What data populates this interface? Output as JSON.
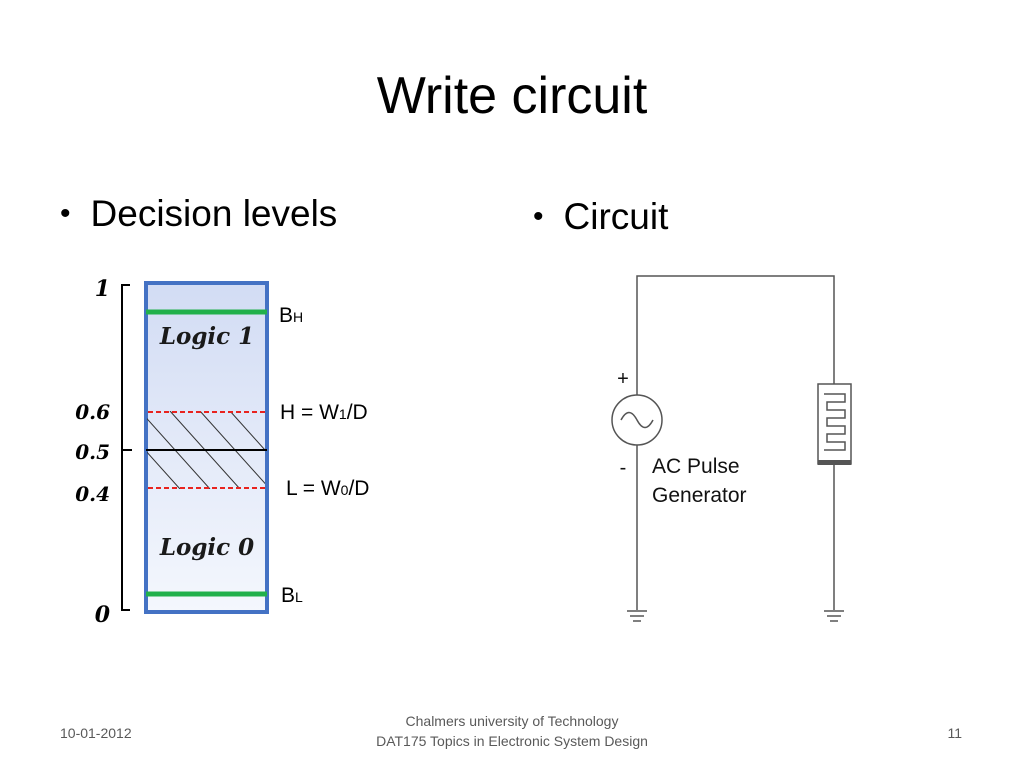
{
  "slide": {
    "title": "Write circuit",
    "bullets": {
      "left": "Decision levels",
      "right": "Circuit"
    }
  },
  "levels": {
    "ticks": [
      "1",
      "0.6",
      "0.5",
      "0.4",
      "0"
    ],
    "zones": {
      "upper": "Logic 1",
      "lower": "Logic 0"
    },
    "lines": {
      "bh": {
        "base": "B",
        "sub": "H"
      },
      "h": {
        "pre": "H = W",
        "sub": "1",
        "post": "/D"
      },
      "l": {
        "pre": "L = W",
        "sub": "0",
        "post": "/D"
      },
      "bl": {
        "base": "B",
        "sub": "L"
      }
    },
    "colors": {
      "border": "#4472c4",
      "fill_top": "#d2dcf4",
      "fill_bottom": "#f4f7fd",
      "bound_line": "#21b04b",
      "threshold_line": "#e8231f"
    }
  },
  "circuit": {
    "plus": "+",
    "minus": "-",
    "source_label_1": "AC Pulse",
    "source_label_2": "Generator"
  },
  "footer": {
    "date": "10-01-2012",
    "org": "Chalmers university of Technology",
    "course": "DAT175 Topics in Electronic System Design",
    "page": "11"
  }
}
